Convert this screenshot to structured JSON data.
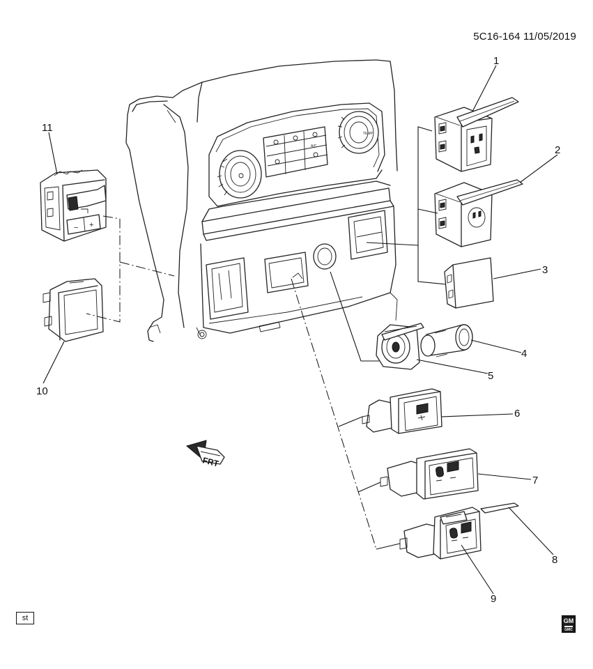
{
  "header": {
    "code": "5C16-164 11/05/2019"
  },
  "callouts": [
    "1",
    "2",
    "3",
    "4",
    "5",
    "6",
    "7",
    "8",
    "9",
    "10",
    "11"
  ],
  "buttons": {
    "left_minus": "−",
    "left_plus": "+",
    "hvac_ac": "A/C",
    "hvac_temp": "TEMP"
  },
  "direction_marker": "FRT",
  "footer": {
    "badge": "st",
    "logo_letters": "GM",
    "logo_sub": "GMC"
  },
  "colors": {
    "ink": "#111111",
    "background": "#ffffff",
    "line_art": "#222222"
  }
}
